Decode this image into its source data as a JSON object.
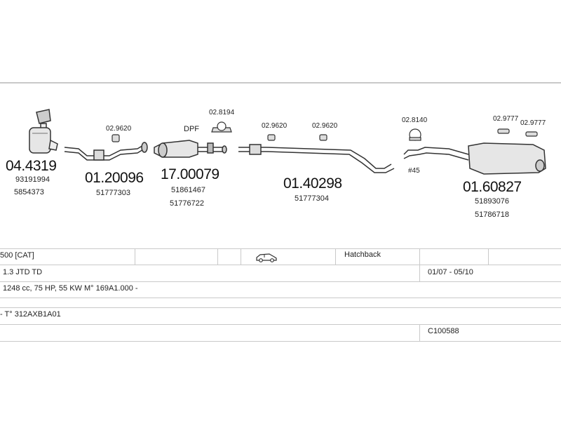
{
  "parts": [
    {
      "code": "04.4319",
      "refs": [
        "93191994",
        "5854373"
      ]
    },
    {
      "code": "01.20096",
      "refs": [
        "51777303"
      ],
      "clamp": "02.9620"
    },
    {
      "code": "17.00079",
      "refs": [
        "51861467",
        "51776722"
      ],
      "tag": "DPF",
      "clamp": "02.8194"
    },
    {
      "code": "01.40298",
      "refs": [
        "51777304"
      ],
      "clamps": [
        "02.9620",
        "02.9620"
      ]
    },
    {
      "code": "01.60827",
      "refs": [
        "51893076",
        "51786718"
      ],
      "clamps": [
        "02.8140",
        "02.9777",
        "02.9777"
      ],
      "pipe_label": "#45"
    }
  ],
  "table": {
    "row1": {
      "model": "500  [CAT]",
      "body_type": "Hatchback",
      "vehicle_icon": "hatchback-car-icon"
    },
    "row2": {
      "engine": "1.3 JTD TD",
      "years": "01/07 - 05/10"
    },
    "row3": {
      "spec": "1248 cc, 75 HP, 55 KW M° 169A1.000 -"
    },
    "row4": {
      "type": "- T° 312AXB1A01"
    },
    "row5": {
      "catalog": "C100588"
    }
  }
}
